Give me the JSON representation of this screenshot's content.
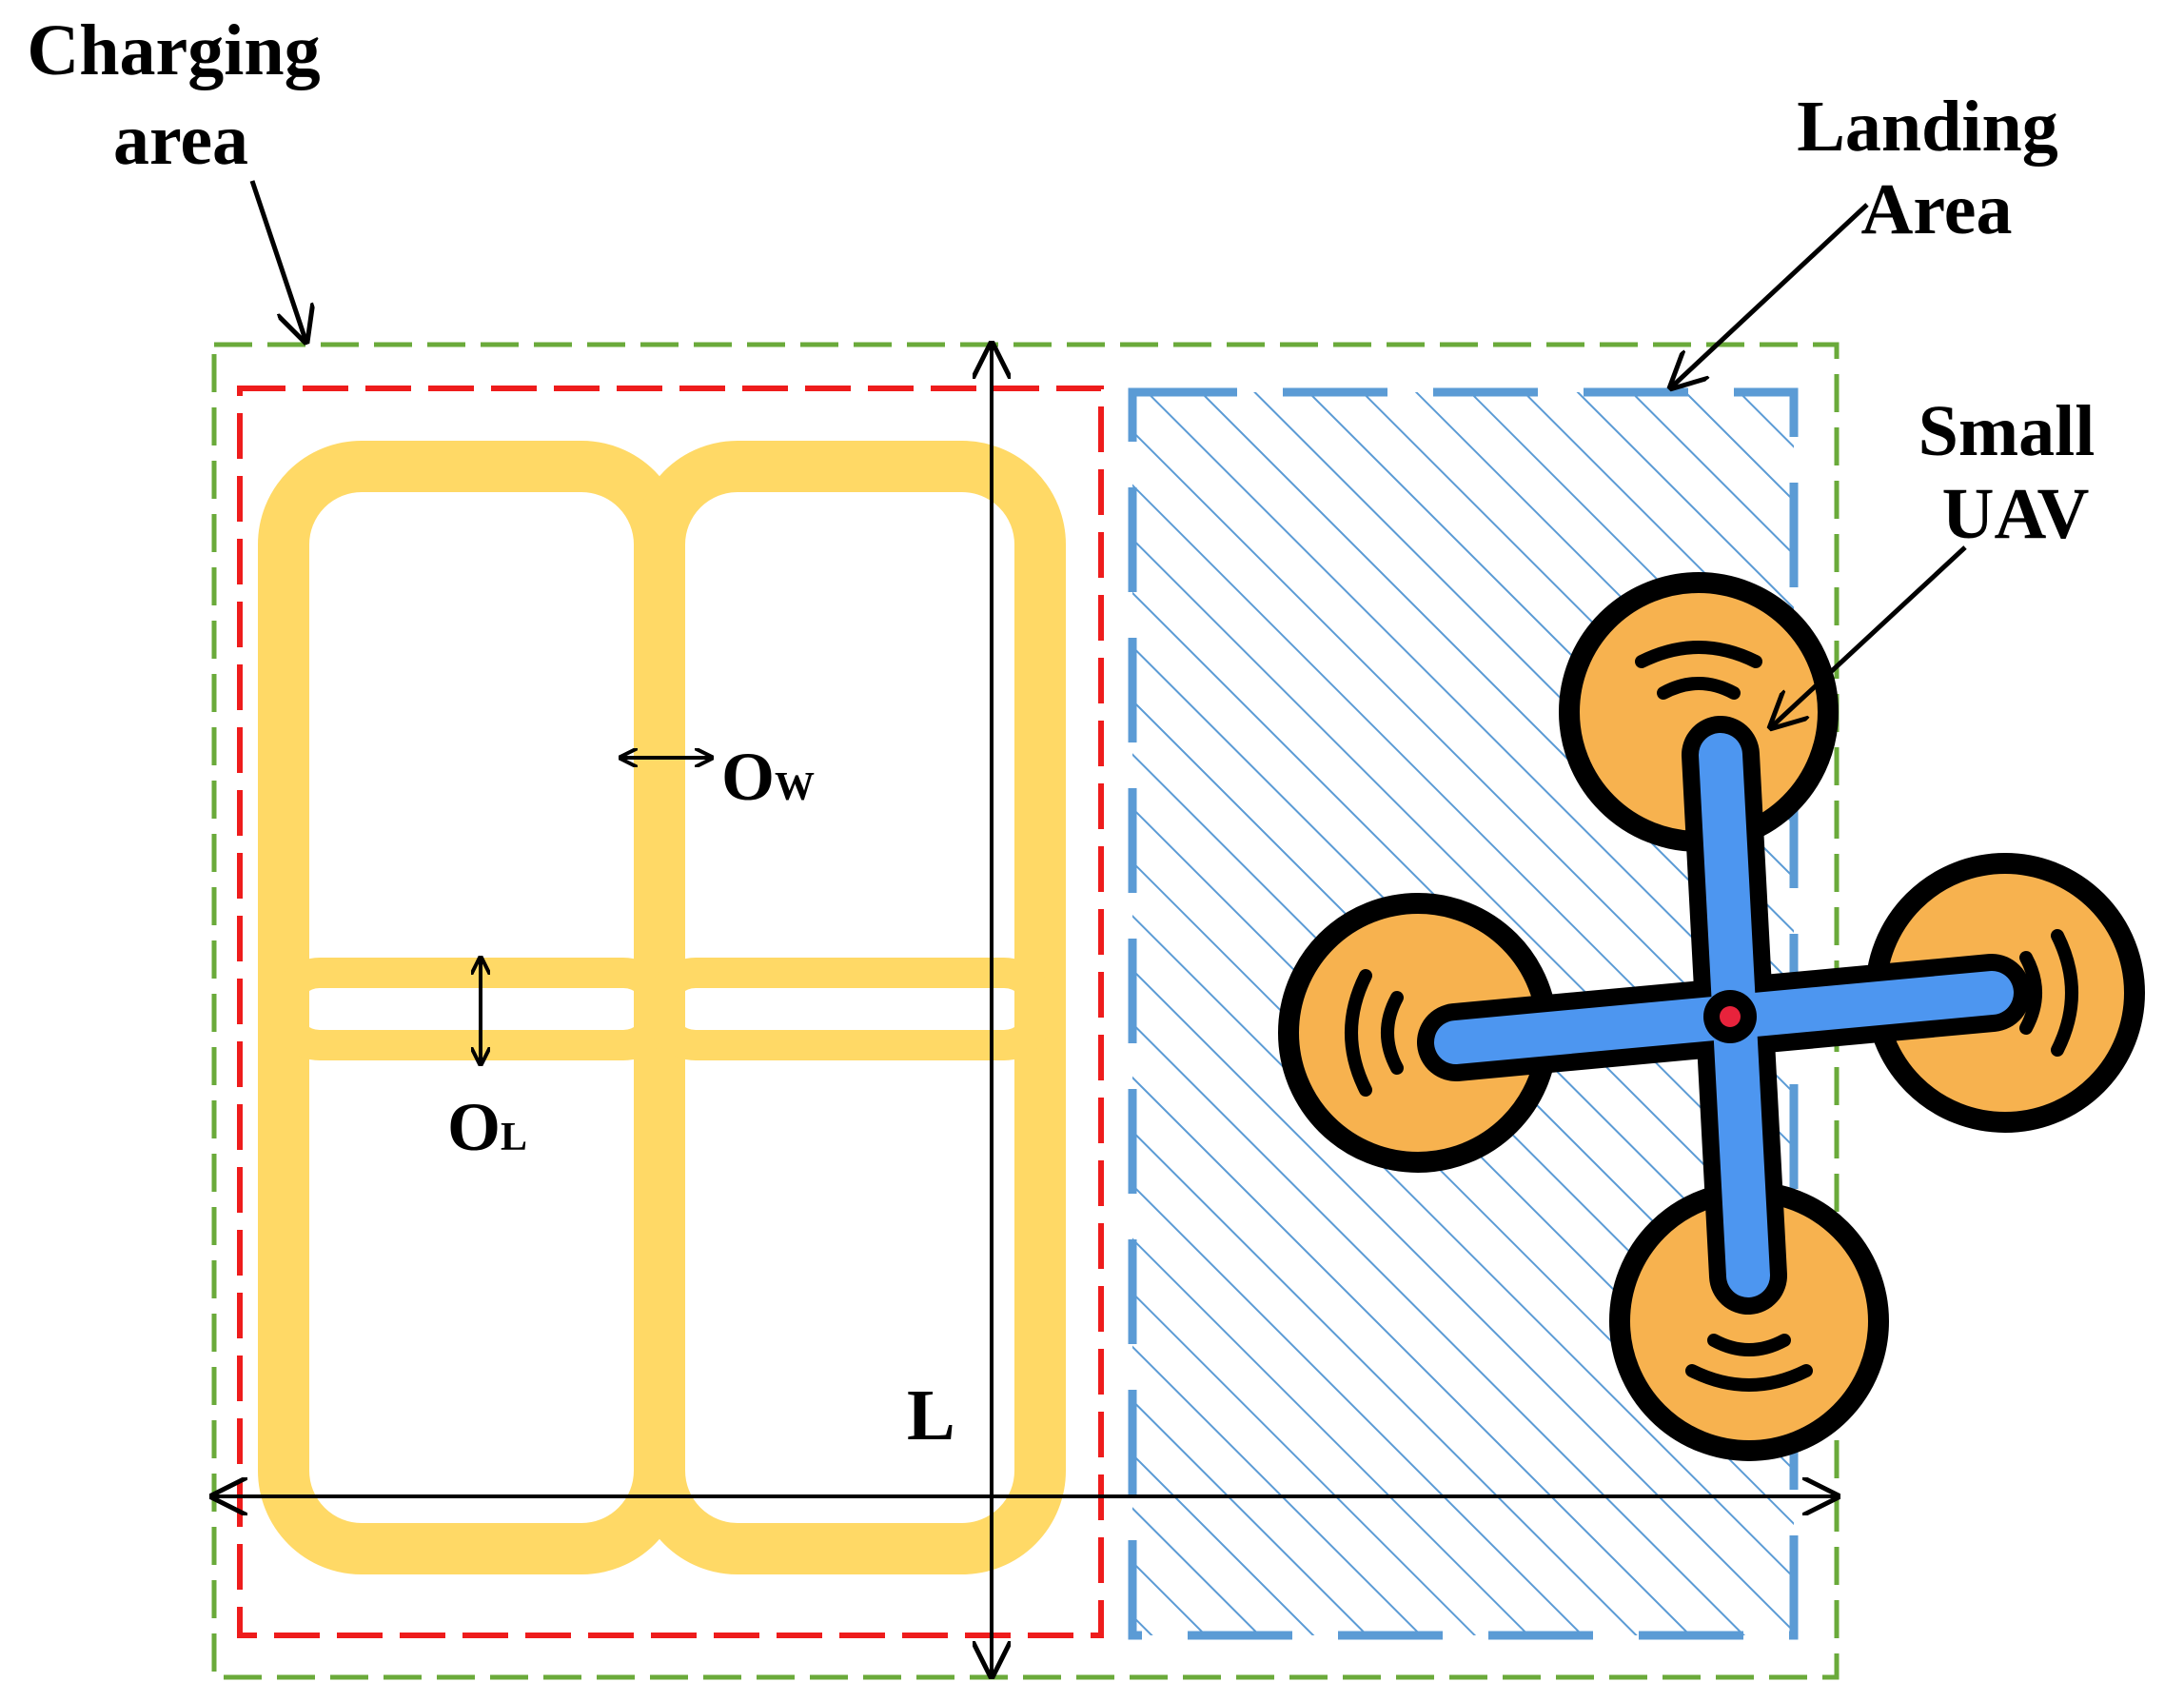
{
  "labels": {
    "charging_area_line1": "Charging",
    "charging_area_line2": "area",
    "landing_area_line1": "Landing",
    "landing_area_line2": "Area",
    "small_uav_line1": "Small",
    "small_uav_line2": "UAV",
    "ow_main": "O",
    "ow_sub": "W",
    "ol_main": "O",
    "ol_sub": "L",
    "l_dimension": "L"
  },
  "colors": {
    "outer_boundary": "#6aaa3a",
    "charging_boundary": "#ee1c1c",
    "landing_boundary": "#5b9bd5",
    "coil": "#ffd966",
    "uav_body": "#4d96f0",
    "propeller": "#f7b24f",
    "uav_center": "#e8233c",
    "ink": "#000000"
  },
  "icons": {
    "uav": "quadcopter-drone-icon"
  }
}
